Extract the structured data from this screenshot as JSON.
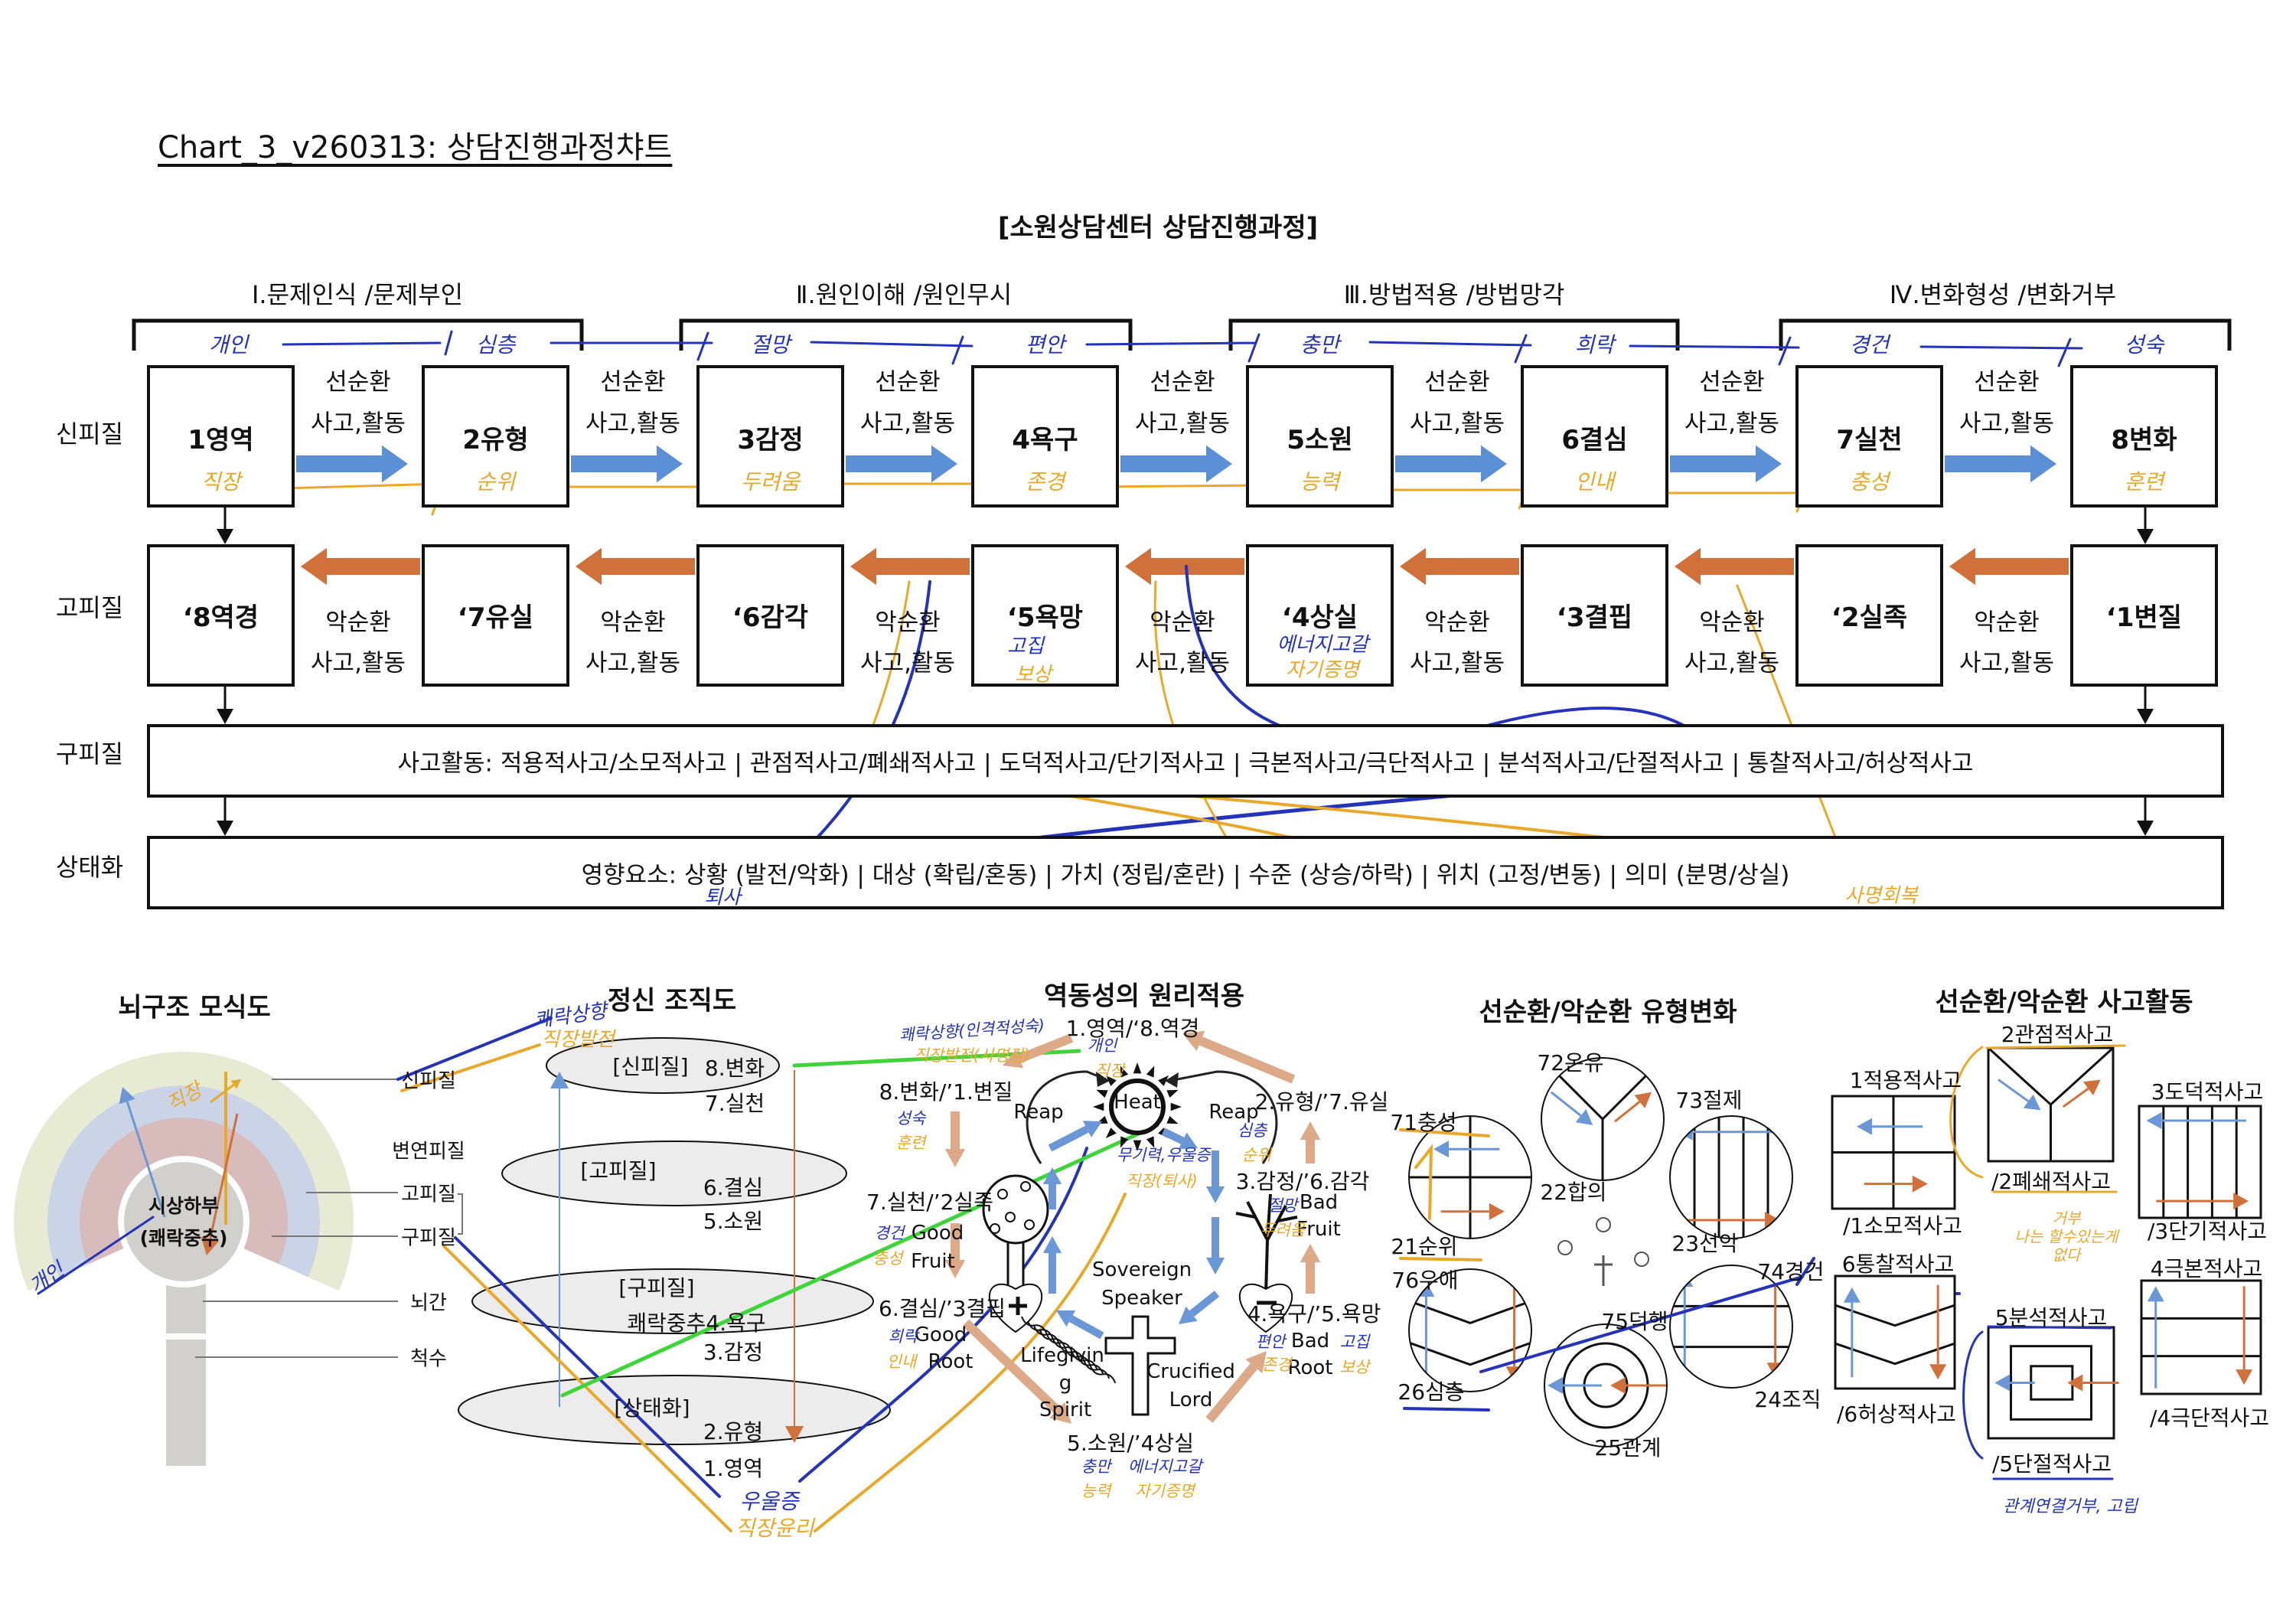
{
  "title": "Chart_3_v260313: 상담진행과정챠트",
  "heading": "[소원상담센터 상담진행과정]",
  "phases": [
    "Ⅰ.문제인식 /문제부인",
    "Ⅱ.원인이해 /원인무시",
    "Ⅲ.방법적용 /방법망각",
    "Ⅳ.변화형성 /변화거부"
  ],
  "row_labels": [
    "신피질",
    "고피질",
    "구피질",
    "상태화"
  ],
  "positive_boxes": [
    "1영역",
    "2유형",
    "3감정",
    "4욕구",
    "5소원",
    "6결심",
    "7실천",
    "8변화"
  ],
  "negative_boxes": [
    "‘8역경",
    "‘7유실",
    "‘6감각",
    "‘5욕망",
    "‘4상실",
    "‘3결핍",
    "‘2실족",
    "‘1변질"
  ],
  "positive_link": {
    "top": "선순환",
    "bottom": "사고,활동"
  },
  "negative_link": {
    "top": "악순환",
    "bottom": "사고,활동"
  },
  "thinking_bar": {
    "label": "사고활동:",
    "items": [
      "적용적사고/소모적사고",
      "관점적사고/폐쇄적사고",
      "도덕적사고/단기적사고",
      "극본적사고/극단적사고",
      "분석적사고/단절적사고",
      "통찰적사고/허상적사고"
    ]
  },
  "influence_bar": {
    "label": "영향요소:",
    "items": [
      "상황 (발전/악화)",
      "대상 (확립/혼동)",
      "가치 (정립/혼란)",
      "수준 (상승/하락)",
      "위치 (고정/변동)",
      "의미 (분명/상실)"
    ]
  },
  "annotations": {
    "top_blue": [
      "개인",
      "심층",
      "절망",
      "편안",
      "충만",
      "희락",
      "경건",
      "성숙"
    ],
    "box_orange": [
      "직장",
      "순위",
      "두려움",
      "존경",
      "능력",
      "인내",
      "충성",
      "훈련"
    ],
    "neg5": {
      "blue": "고집",
      "orange": "보상"
    },
    "neg4": {
      "blue": "에너지고갈",
      "orange": "자기증명"
    },
    "influence_blue": "퇴사",
    "influence_orange": "사명회복"
  },
  "brain": {
    "title": "뇌구조 모식도",
    "center": [
      "시상하부",
      "(쾌락중추)"
    ],
    "labels": [
      "신피질",
      "변연피질",
      "고피질",
      "구피질",
      "뇌간",
      "척수"
    ],
    "hw_orange": "직장",
    "hw_blue": "개인"
  },
  "mental_org": {
    "title": "정신  조직도",
    "hw_blue": "쾌락상향",
    "hw_orange": "직장발전",
    "layers": [
      {
        "tag": "[신피질]",
        "items": [
          "8.변화",
          "7.실천"
        ]
      },
      {
        "tag": "[고피질]",
        "items": [
          "6.결심",
          "5.소원"
        ]
      },
      {
        "tag": "[구피질]",
        "items": [
          "쾌락중추4.욕구",
          "3.감정"
        ]
      },
      {
        "tag": "[상태화]",
        "items": [
          "2.유형",
          "1.영역"
        ]
      }
    ],
    "bottom_blue": "우울증",
    "bottom_orange": "직장윤리"
  },
  "dynamics": {
    "title": "역동성의 원리적용",
    "nodes": [
      "1.영역/‘8.역경",
      "8.변화/’1.변질",
      "2.유형/’7.유실",
      "7.실천/’2실족",
      "3.감정/’6.감각",
      "6.결심/’3결핍",
      "4.욕구/’5.욕망",
      "5.소원/’4상실"
    ],
    "heat": "Heat",
    "reap": "Reap",
    "good_fruit": [
      "Good",
      "Fruit"
    ],
    "bad_fruit": [
      "Bad",
      "Fruit"
    ],
    "good_root": [
      "Good",
      "Root"
    ],
    "bad_root": [
      "Bad",
      "Root"
    ],
    "sovereign": [
      "Sovereign",
      "Speaker"
    ],
    "crucified": [
      "Crucified",
      "Lord"
    ],
    "spirit": [
      "Lifegivin",
      "g",
      "Spirit"
    ],
    "hw": {
      "top_blue": "쾌락상향(인격적성숙)",
      "top_orange": "직장발전(사명감)",
      "n1_blue": "개인",
      "n1_orange": "직장",
      "n8_blue": "성숙",
      "n8_orange": "훈련",
      "n2_blue": "심층",
      "n2_orange": "순위",
      "sun_blue": "무기력,우울증",
      "sun_orange": "직장(퇴사)",
      "n7_blue": "경건",
      "n7_orange": "충성",
      "n3_blue": "절망",
      "n3_orange": "두려움",
      "n6_blue": "희락",
      "n6_orange": "인내",
      "n4_blue": "편안",
      "n4_orange": "존경",
      "n4r_blue": "고집",
      "n4r_orange": "보상",
      "n5_blue": "충만",
      "n5_orange": "능력",
      "n5r_blue": "에너지고갈",
      "n5r_orange": "자기증명"
    }
  },
  "cycle_types": {
    "title": "선순환/악순환  유형변화",
    "circles": [
      {
        "pattern": "grid",
        "top": "71충성",
        "bottom": "21순위"
      },
      {
        "pattern": "y",
        "top": "72온유",
        "bottom": "22합의"
      },
      {
        "pattern": "vlines",
        "top": "73절제",
        "bottom": "23선악"
      },
      {
        "pattern": "chevron",
        "top": "76우애",
        "bottom": "26심층"
      },
      {
        "pattern": "rings",
        "top": "75덕행",
        "bottom": "25관계"
      },
      {
        "pattern": "hlines",
        "top": "74경건",
        "bottom": "24조직"
      }
    ]
  },
  "thinking_activities": {
    "title": "선순환/악순환  사고활동",
    "boxes": [
      {
        "pattern": "grid",
        "top": "1적용적사고",
        "bottom": "/1소모적사고"
      },
      {
        "pattern": "y",
        "top": "2관점적사고",
        "bottom": "/2폐쇄적사고"
      },
      {
        "pattern": "vlines",
        "top": "3도덕적사고",
        "bottom": "/3단기적사고"
      },
      {
        "pattern": "chevron",
        "top": "6통찰적사고",
        "bottom": "/6허상적사고"
      },
      {
        "pattern": "rings",
        "top": "5분석적사고",
        "bottom": "/5단절적사고"
      },
      {
        "pattern": "hlines",
        "top": "4극본적사고",
        "bottom": "/4극단적사고"
      }
    ],
    "hw_orange": [
      "거부",
      "나는 할수있는게",
      "없다"
    ],
    "hw_blue": "관계연결거부, 고립"
  },
  "colors": {
    "positive_arrow": "#5b8fd6",
    "negative_arrow": "#d0703a",
    "tan_arrow": "#dcaa88",
    "blue_arrow": "#6b97d6",
    "hw_blue": "#2433b8",
    "hw_orange": "#e8a92a",
    "hw_green": "#3fd43a",
    "ring_outer": "#e7ebd3",
    "ring_mid": "#cad4e6",
    "ring_inner": "#d8bcbc",
    "core": "#d2d0cc"
  }
}
